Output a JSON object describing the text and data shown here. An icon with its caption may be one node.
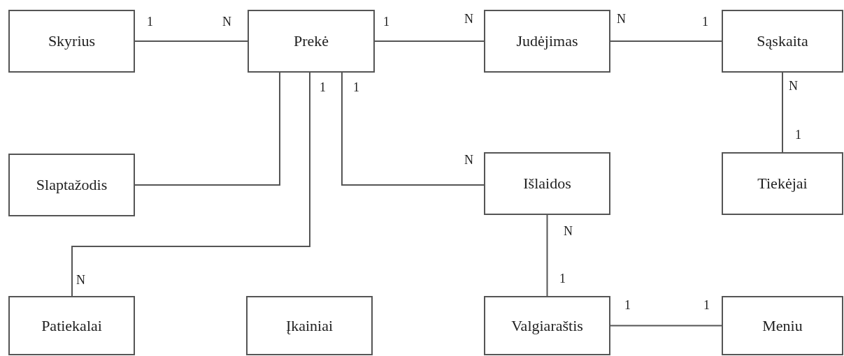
{
  "diagram": {
    "nodes": [
      {
        "text": [
          "Skyrius"
        ]
      },
      {
        "text": [
          "Prekė"
        ]
      },
      {
        "text": [
          "Judėjimas"
        ]
      },
      {
        "text": [
          "Sąskaita"
        ]
      },
      {
        "text": [
          "Slaptažodis"
        ]
      },
      {
        "text": [
          "Išlaidos"
        ]
      },
      {
        "text": [
          "Tiekėjai"
        ]
      },
      {
        "text": [
          "Patiekalai"
        ]
      },
      {
        "text": [
          "Įkainiai"
        ]
      },
      {
        "text": [
          "Valgiaraštis"
        ]
      },
      {
        "text": [
          "Meniu"
        ]
      }
    ],
    "edges": [
      {
        "from": 0,
        "to": 1,
        "arrow": "none"
      },
      {
        "from": 1,
        "to": 2,
        "arrow": "none"
      },
      {
        "from": 2,
        "to": 3,
        "arrow": "none"
      },
      {
        "from": 3,
        "to": 6,
        "arrow": "none"
      },
      {
        "from": 1,
        "to": 4,
        "arrow": "none"
      },
      {
        "from": 1,
        "to": 5,
        "arrow": "none"
      },
      {
        "from": 1,
        "to": 7,
        "arrow": "none"
      },
      {
        "from": 5,
        "to": 9,
        "arrow": "none"
      },
      {
        "from": 9,
        "to": 10,
        "arrow": "none"
      }
    ],
    "labels": [
      "1",
      "N",
      "1",
      "N",
      "N",
      "1",
      "1",
      "1",
      "N",
      "1",
      "N",
      "N",
      "N",
      "1",
      "1",
      "1"
    ]
  }
}
